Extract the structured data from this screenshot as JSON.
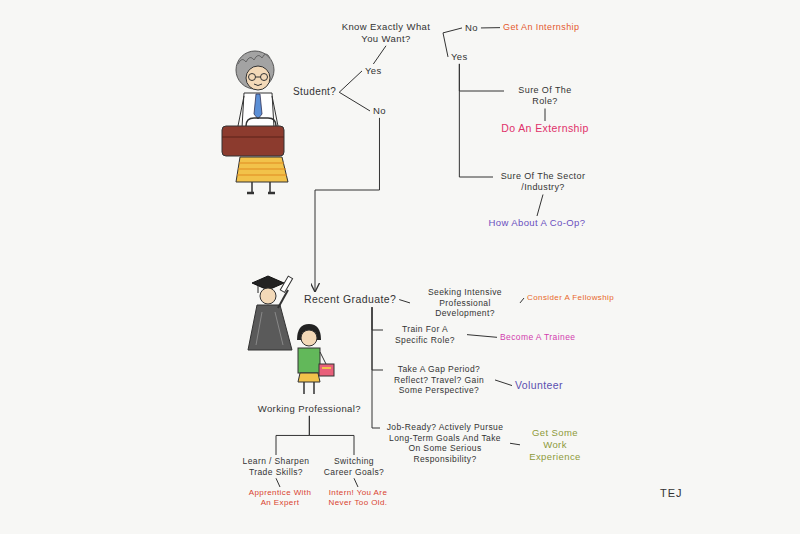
{
  "diagram": {
    "nodes": [
      {
        "text": [
          "Know Exactly What You Want?"
        ]
      },
      {
        "text": [
          "No"
        ]
      },
      {
        "text": [
          "Get An Internship"
        ]
      },
      {
        "text": [
          "Student?"
        ]
      },
      {
        "text": [
          "Yes"
        ]
      },
      {
        "text": [
          "Yes"
        ]
      },
      {
        "text": [
          "Sure Of The Role?"
        ]
      },
      {
        "text": [
          "Do An Externship"
        ]
      },
      {
        "text": [
          "Sure Of The Sector /Industry?"
        ]
      },
      {
        "text": [
          "How About A Co-Op?"
        ]
      },
      {
        "text": [
          "No"
        ]
      },
      {
        "text": [
          "Recent Graduate?"
        ]
      },
      {
        "text": [
          "Seeking Intensive Professional Development?"
        ]
      },
      {
        "text": [
          "Consider A Fellowship"
        ]
      },
      {
        "text": [
          "Train For A Specific Role?"
        ]
      },
      {
        "text": [
          "Become A Trainee"
        ]
      },
      {
        "text": [
          "Take A Gap Period? Reflect? Travel? Gain Some Perspective?"
        ]
      },
      {
        "text": [
          "Volunteer"
        ]
      },
      {
        "text": [
          "Job-Ready? Actively Pursue Long-Term Goals And Take On Some Serious Responsibility?"
        ]
      },
      {
        "text": [
          "Get Some Work Experience"
        ]
      },
      {
        "text": [
          "Working Professional?"
        ]
      },
      {
        "text": [
          "Learn / Sharpen Trade Skills?"
        ]
      },
      {
        "text": [
          "Switching Career Goals?"
        ]
      },
      {
        "text": [
          "Apprentice With An Expert"
        ]
      },
      {
        "text": [
          "Intern! You Are Never Too Old."
        ]
      }
    ],
    "edges": [
      {
        "from": 3,
        "to": 4,
        "arrow": "none"
      },
      {
        "from": 4,
        "to": 0,
        "arrow": "none"
      },
      {
        "from": 0,
        "to": 1,
        "arrow": "none"
      },
      {
        "from": 1,
        "to": 2,
        "arrow": "none"
      },
      {
        "from": 0,
        "to": 5,
        "arrow": "none"
      },
      {
        "from": 5,
        "to": 6,
        "arrow": "none"
      },
      {
        "from": 5,
        "to": 8,
        "arrow": "none"
      },
      {
        "from": 6,
        "to": 7,
        "arrow": "none"
      },
      {
        "from": 8,
        "to": 9,
        "arrow": "none"
      },
      {
        "from": 3,
        "to": 10,
        "arrow": "none"
      },
      {
        "from": 10,
        "to": 11,
        "arrow": "to"
      },
      {
        "from": 11,
        "to": 12,
        "arrow": "none"
      },
      {
        "from": 11,
        "to": 14,
        "arrow": "none"
      },
      {
        "from": 11,
        "to": 16,
        "arrow": "none"
      },
      {
        "from": 11,
        "to": 18,
        "arrow": "none"
      },
      {
        "from": 12,
        "to": 13,
        "arrow": "none"
      },
      {
        "from": 14,
        "to": 15,
        "arrow": "none"
      },
      {
        "from": 16,
        "to": 17,
        "arrow": "none"
      },
      {
        "from": 18,
        "to": 19,
        "arrow": "none"
      },
      {
        "from": 20,
        "to": 21,
        "arrow": "none"
      },
      {
        "from": 20,
        "to": 22,
        "arrow": "none"
      },
      {
        "from": 21,
        "to": 23,
        "arrow": "none"
      },
      {
        "from": 22,
        "to": 24,
        "arrow": "none"
      }
    ],
    "labels": [
      "TEJ"
    ]
  }
}
